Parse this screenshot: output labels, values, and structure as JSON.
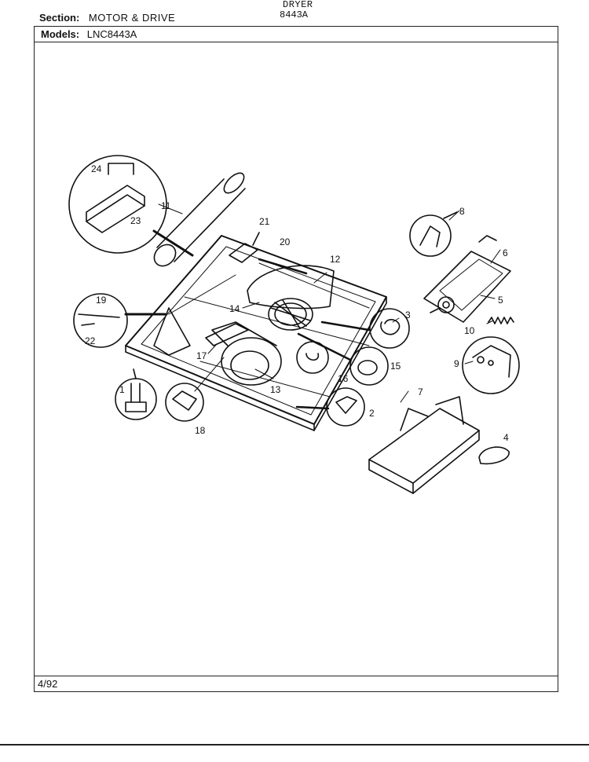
{
  "header": {
    "product": "DRYER",
    "model_code": "8443A"
  },
  "section": {
    "label": "Section:",
    "value": "MOTOR & DRIVE"
  },
  "models": {
    "label": "Models:",
    "value": "LNC8443A"
  },
  "footer": {
    "date": "4/92"
  },
  "callouts": [
    "1",
    "2",
    "3",
    "4",
    "5",
    "6",
    "7",
    "8",
    "9",
    "10",
    "11",
    "12",
    "13",
    "14",
    "15",
    "16",
    "17",
    "18",
    "19",
    "20",
    "21",
    "22",
    "23",
    "24"
  ]
}
